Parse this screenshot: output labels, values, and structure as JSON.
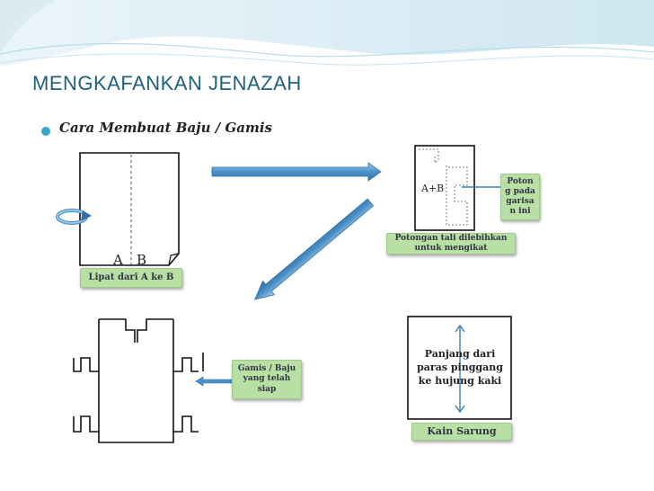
{
  "slide": {
    "title": "MENGKAFANKAN JENAZAH",
    "subtitle": "Cara Membuat Baju / Gamis"
  },
  "step1": {
    "letter_a": "A",
    "letter_b": "B",
    "caption": "Lipat dari A ke B"
  },
  "step2": {
    "inner_label": "A+B",
    "cut_label": "Poton g pada garisa n ini",
    "tie_caption": "Potongan tali dilebihkan untuk mengikat"
  },
  "step3": {
    "caption": "Gamis / Baju yang telah siap"
  },
  "step4": {
    "inner_text": "Panjang dari paras pinggang ke hujung kaki",
    "caption": "Kain Sarung"
  },
  "colors": {
    "title": "#1f5f80",
    "arrow_blue": "#4a90c8",
    "label_green": "#b8dfa4",
    "bg_wave": "#d6eaf3"
  }
}
